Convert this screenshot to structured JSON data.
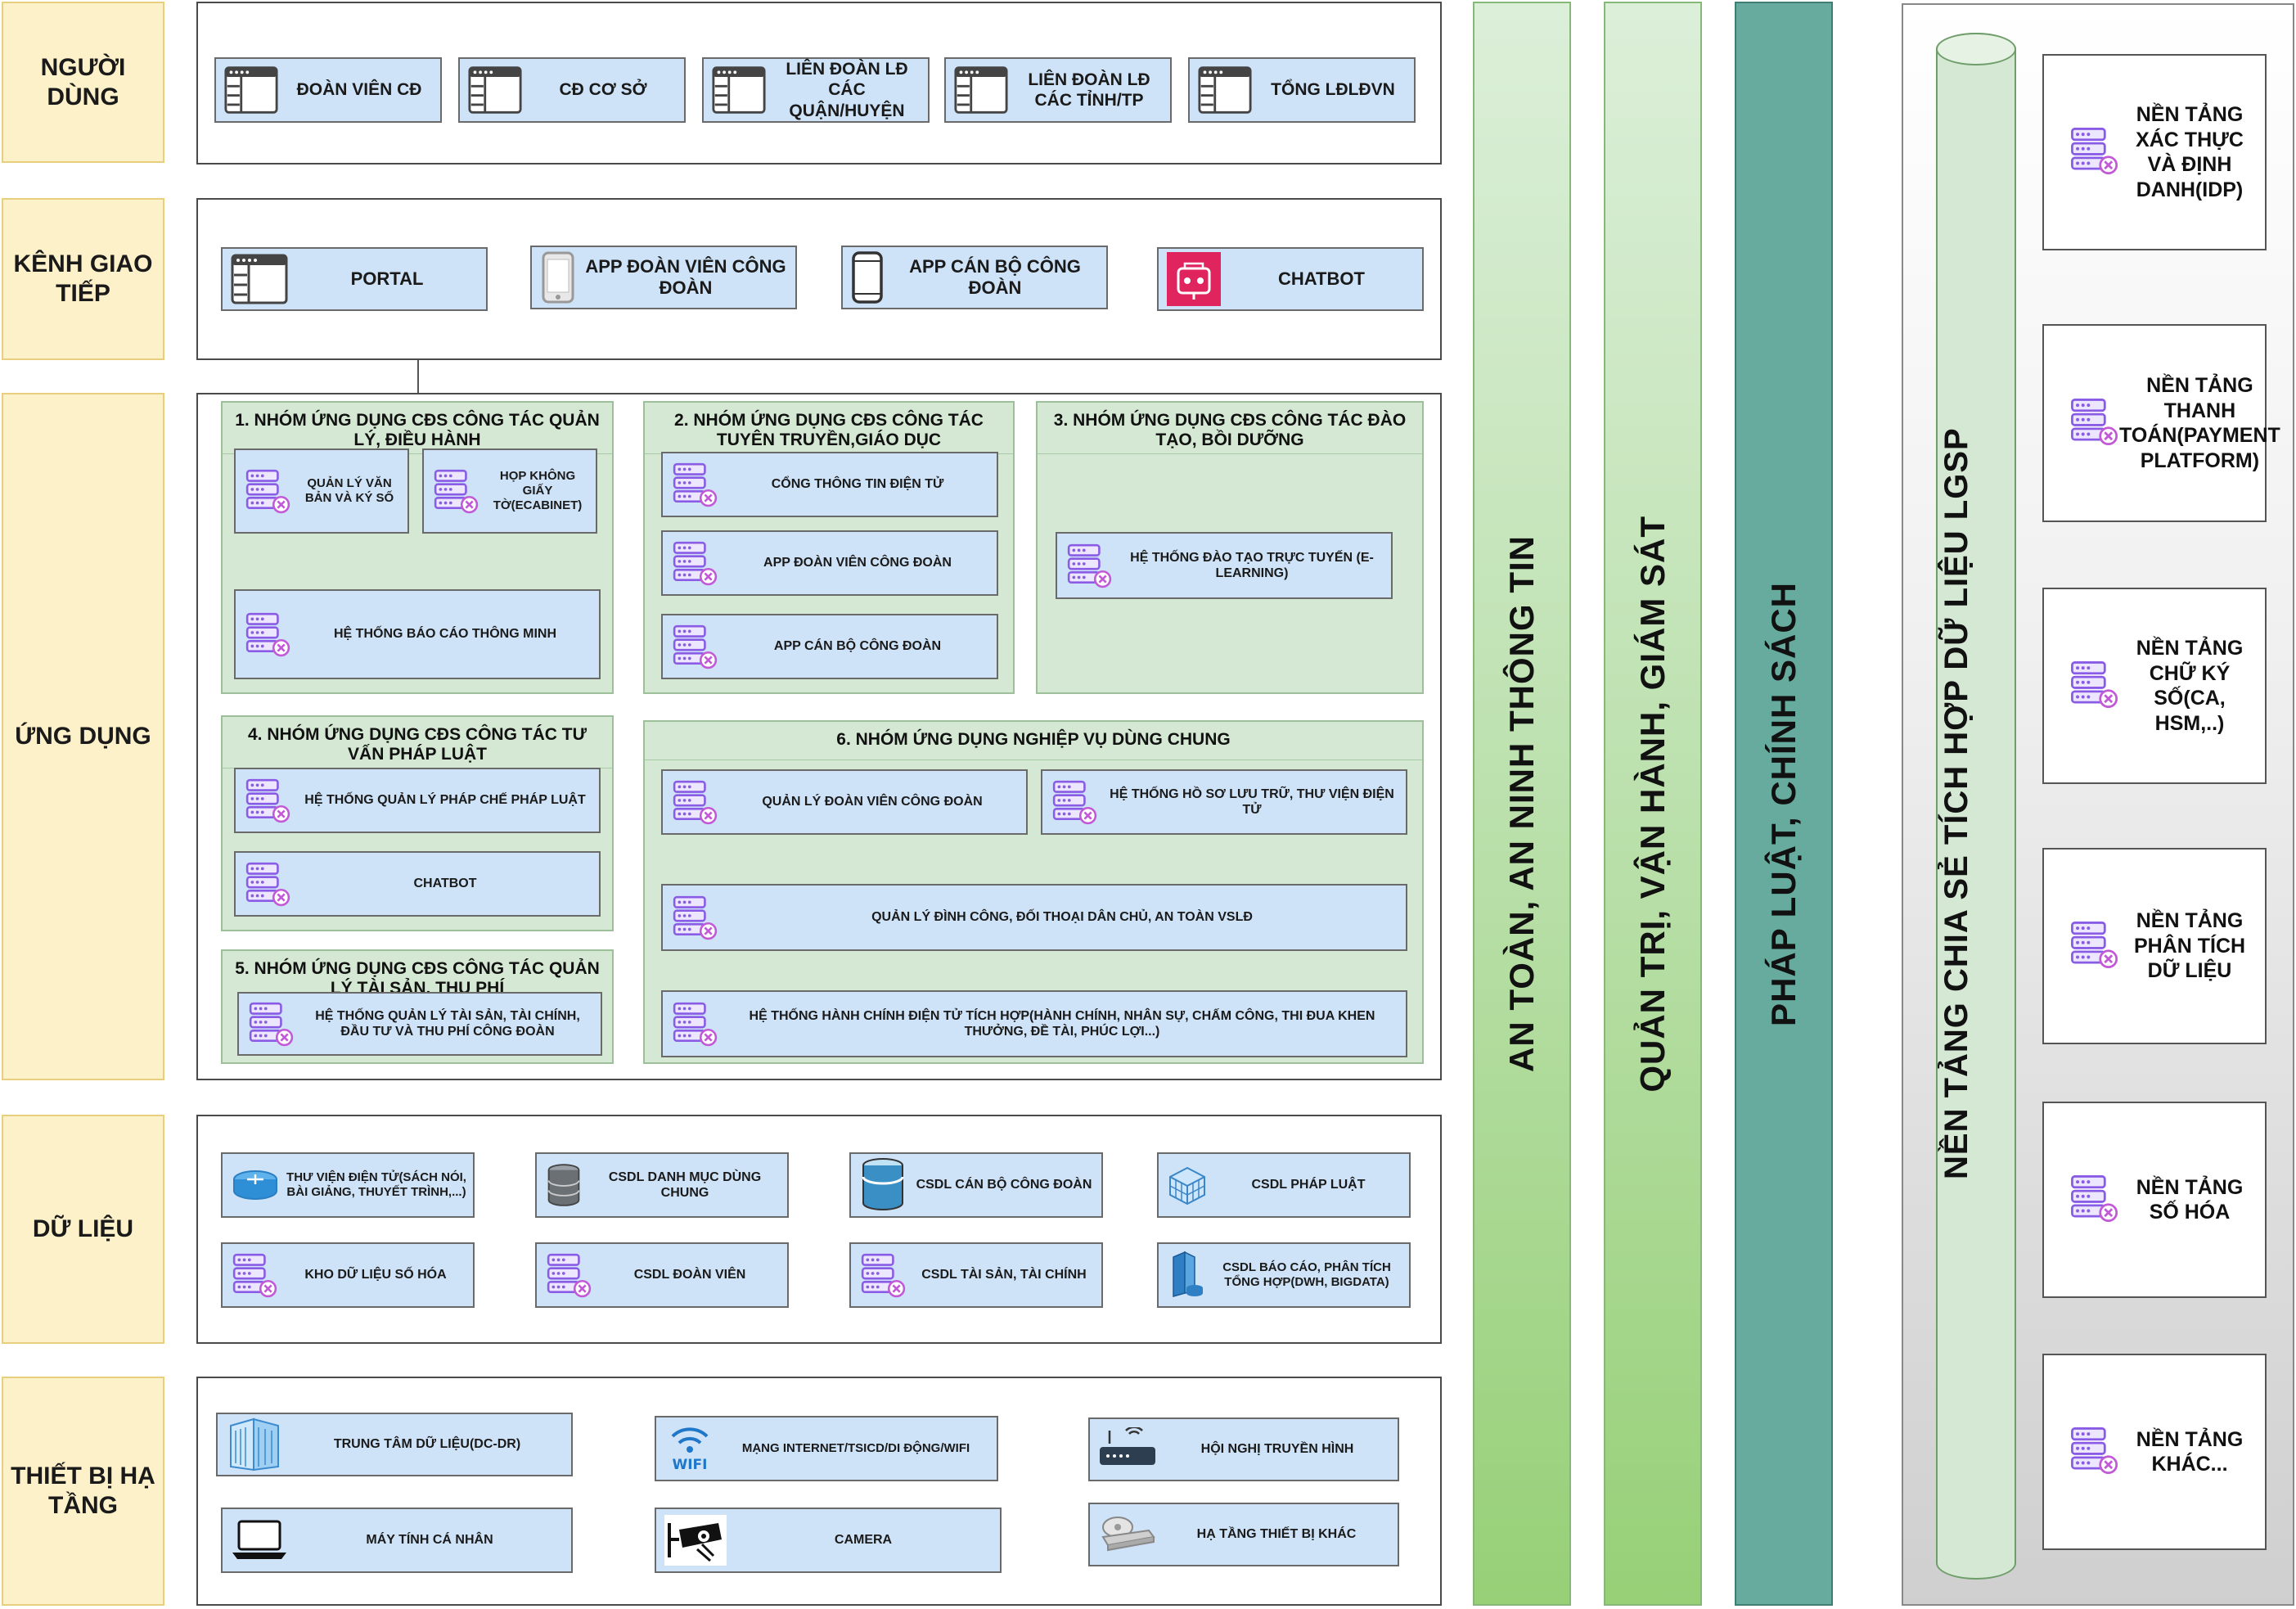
{
  "layers": {
    "users": "NGƯỜI DÙNG",
    "channels": "KÊNH GIAO TIẾP",
    "apps": "ỨNG DỤNG",
    "data": "DỮ LIỆU",
    "infra": "THIẾT BỊ HẠ TẦNG"
  },
  "users": [
    "ĐOÀN VIÊN CĐ",
    "CĐ CƠ SỞ",
    "LIÊN ĐOÀN LĐ CÁC QUẬN/HUYỆN",
    "LIÊN ĐOÀN LĐ CÁC TỈNH/TP",
    "TỔNG LĐLĐVN"
  ],
  "channels": [
    "PORTAL",
    "APP ĐOÀN VIÊN CÔNG ĐOÀN",
    "APP CÁN BỘ CÔNG ĐOÀN",
    "CHATBOT"
  ],
  "groups": {
    "g1": {
      "title": "1. NHÓM ỨNG DỤNG CĐS CÔNG TÁC QUẢN LÝ, ĐIỀU HÀNH",
      "items": [
        "QUẢN LÝ VĂN BẢN VÀ KÝ SỐ",
        "HỌP KHÔNG GIẤY TỜ(ECABINET)",
        "HỆ THỐNG BÁO CÁO THÔNG MINH"
      ]
    },
    "g2": {
      "title": "2. NHÓM ỨNG DỤNG CĐS CÔNG TÁC TUYÊN TRUYỀN,GIÁO DỤC",
      "items": [
        "CỔNG THÔNG TIN ĐIỆN TỬ",
        "APP ĐOÀN VIÊN CÔNG ĐOÀN",
        "APP CÁN BỘ CÔNG ĐOÀN"
      ]
    },
    "g3": {
      "title": "3. NHÓM ỨNG DỤNG CĐS CÔNG TÁC ĐÀO TẠO, BỒI DƯỠNG",
      "items": [
        "HỆ THỐNG ĐÀO TẠO TRỰC TUYẾN (E-LEARNING)"
      ]
    },
    "g4": {
      "title": "4. NHÓM ỨNG DỤNG CĐS CÔNG TÁC TƯ VẤN PHÁP LUẬT",
      "items": [
        "HỆ THỐNG QUẢN LÝ PHÁP CHẾ PHÁP LUẬT",
        "CHATBOT"
      ]
    },
    "g5": {
      "title": "5. NHÓM ỨNG DỤNG CĐS CÔNG TÁC QUẢN LÝ TÀI SẢN, THU PHÍ",
      "items": [
        "HỆ THỐNG QUẢN LÝ TÀI SẢN, TÀI CHÍNH, ĐẦU TƯ VÀ THU PHÍ CÔNG ĐOÀN"
      ]
    },
    "g6": {
      "title": "6. NHÓM ỨNG DỤNG NGHIỆP VỤ DÙNG CHUNG",
      "items": [
        "QUẢN LÝ ĐOÀN VIÊN CÔNG ĐOÀN",
        "HỆ THỐNG HỒ SƠ LƯU TRỮ, THƯ VIỆN ĐIỆN TỬ",
        "QUẢN LÝ ĐÌNH CÔNG, ĐỐI THOẠI DÂN CHỦ, AN TOÀN VSLĐ",
        "HỆ THỐNG HÀNH CHÍNH ĐIỆN TỬ TÍCH HỢP(HÀNH CHÍNH, NHÂN SỰ, CHẤM CÔNG, THI ĐUA KHEN THƯỞNG, ĐỀ TÀI, PHÚC LỢI...)"
      ]
    }
  },
  "data": [
    "THƯ VIỆN ĐIỆN TỬ(SÁCH NÓI, BÀI GIẢNG, THUYẾT TRÌNH,...)",
    "CSDL DANH MỤC DÙNG CHUNG",
    "CSDL CÁN BỘ CÔNG ĐOÀN",
    "CSDL PHÁP LUẬT",
    "KHO DỮ LIỆU SỐ HÓA",
    "CSDL ĐOÀN VIÊN",
    "CSDL TÀI SẢN, TÀI CHÍNH",
    "CSDL BÁO CÁO, PHÂN TÍCH TỔNG HỢP(DWH, BIGDATA)"
  ],
  "infra": [
    "TRUNG TÂM DỮ LIỆU(DC-DR)",
    "MẠNG INTERNET/TSICD/DI ĐỘNG/WIFI",
    "HỘI NGHỊ TRUYỀN HÌNH",
    "MÁY TÍNH CÁ NHÂN",
    "CAMERA",
    "HẠ TẦNG THIẾT BỊ KHÁC"
  ],
  "infra_wifi_label": "WIFI",
  "columns": [
    "AN TOÀN, AN NINH THÔNG TIN",
    "QUẢN TRỊ, VẬN HÀNH, GIÁM SÁT",
    "PHÁP LUẬT, CHÍNH SÁCH"
  ],
  "lgsp_title": "NỀN TẢNG CHIA SẺ TÍCH HỢP DỮ LIỆU LGSP",
  "platforms": [
    "NỀN TẢNG XÁC THỰC VÀ ĐỊNH DANH(IDP)",
    "NỀN TẢNG THANH TOÁN(PAYMENT PLATFORM)",
    "NỀN TẢNG CHỮ KÝ SỐ(CA, HSM,..)",
    "NỀN TẢNG PHÂN TÍCH DỮ LIỆU",
    "NỀN TẢNG SỐ HÓA",
    "NỀN TẢNG KHÁC..."
  ],
  "colors": {
    "layer_bg": "#fdf1c9",
    "box_bg": "#cfe3f8",
    "group_bg": "#d5e8d4",
    "col_green": "#97d077",
    "col_teal": "#67ab9f",
    "server_purple": "#9b6cf2"
  }
}
